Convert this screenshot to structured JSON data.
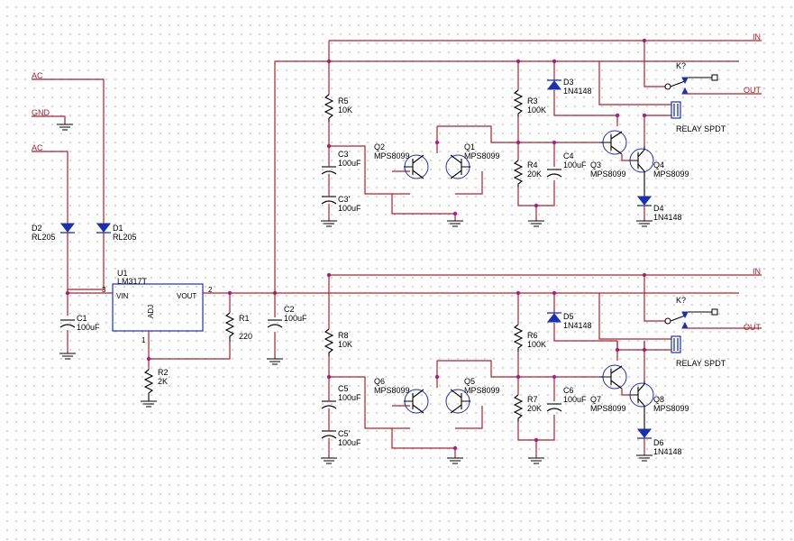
{
  "nets": {
    "ac1": "AC",
    "gnd": "GND",
    "ac2": "AC",
    "in_top": "IN",
    "out_top": "OUT",
    "in_bot": "IN",
    "out_bot": "OUT"
  },
  "supply": {
    "d2_ref": "D2",
    "d2_val": "RL205",
    "d1_ref": "D1",
    "d1_val": "RL205",
    "c1_ref": "C1",
    "c1_val": "100uF",
    "u1_ref": "U1",
    "u1_val": "LM317T",
    "u1_vin": "VIN",
    "u1_vout": "VOUT",
    "u1_adj": "ADJ",
    "u1_pin3": "3",
    "u1_pin2": "2",
    "u1_pin1": "1",
    "r1_ref": "R1",
    "r1_val": "220",
    "r2_ref": "R2",
    "r2_val": "2K",
    "c2_ref": "C2",
    "c2_val": "100uF"
  },
  "channel_top": {
    "r5_ref": "R5",
    "r5_val": "10K",
    "c3_ref": "C3",
    "c3_val": "100uF",
    "c3p_ref": "C3'",
    "c3p_val": "100uF",
    "q2_ref": "Q2",
    "q2_val": "MPS8099",
    "q1_ref": "Q1",
    "q1_val": "MPS8099",
    "r3_ref": "R3",
    "r3_val": "100K",
    "r4_ref": "R4",
    "r4_val": "20K",
    "c4_ref": "C4",
    "c4_val": "100uF",
    "q3_ref": "Q3",
    "q3_val": "MPS8099",
    "q4_ref": "Q4",
    "q4_val": "MPS8099",
    "d3_ref": "D3",
    "d3_val": "1N4148",
    "d4_ref": "D4",
    "d4_val": "1N4148",
    "k_ref": "K?",
    "relay_label": "RELAY SPDT"
  },
  "channel_bot": {
    "r8_ref": "R8",
    "r8_val": "10K",
    "c5_ref": "C5",
    "c5_val": "100uF",
    "c5p_ref": "C5'",
    "c5p_val": "100uF",
    "q6_ref": "Q6",
    "q6_val": "MPS8099",
    "q5_ref": "Q5",
    "q5_val": "MPS8099",
    "r6_ref": "R6",
    "r6_val": "100K",
    "r7_ref": "R7",
    "r7_val": "20K",
    "c6_ref": "C6",
    "c6_val": "100uF",
    "q7_ref": "Q7",
    "q7_val": "MPS8099",
    "q8_ref": "Q8",
    "q8_val": "MPS8099",
    "d5_ref": "D5",
    "d5_val": "1N4148",
    "d6_ref": "D6",
    "d6_val": "1N4148",
    "k_ref": "K?",
    "relay_label": "RELAY SPDT"
  }
}
